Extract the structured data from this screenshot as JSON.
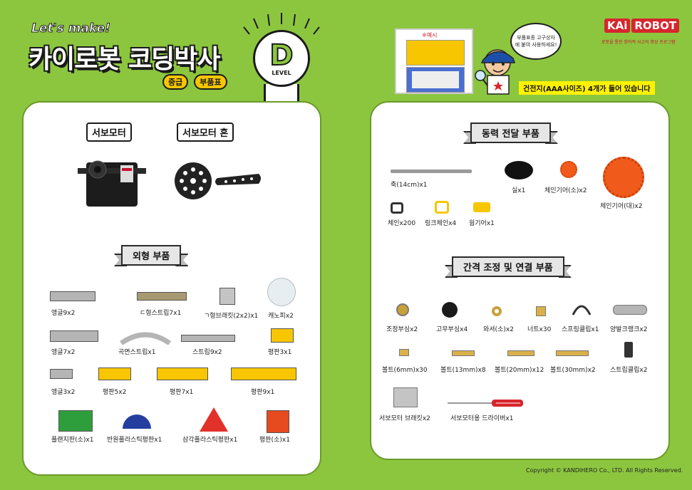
{
  "header": {
    "lets_make": "Let's make!",
    "title": "카이로봇 코딩박사",
    "subtitle_left": "중급",
    "subtitle_right": "부품표",
    "badge_letter": "D",
    "badge_sub": "LEVEL"
  },
  "brand": {
    "kai": "KAi",
    "robot": "ROBOT",
    "tagline": "로봇을 통한 창의적 사고의 향상 프로그램"
  },
  "notice": {
    "example_label": "※예시",
    "bubble": "부품표종 고구상자에 붙여 사용하세요!",
    "battery": "건전지(AAA사이즈) 4개가 들어 있습니다"
  },
  "left": {
    "servo_title": "서보모터",
    "horn_title": "서보모터 혼",
    "section_title": "외형 부품",
    "parts": [
      "앵글9x2",
      "ㄷ형스트립7x1",
      "ㄱ형브래킷(2x2)x1",
      "캐노피x2",
      "앵글7x2",
      "곡면스트립x1",
      "스트립9x2",
      "평판3x1",
      "앵글3x2",
      "평판5x2",
      "평판7x1",
      "평판9x1",
      "플랜지판(소)x1",
      "반원플라스틱평판x1",
      "삼각플라스틱평판x1",
      "평판(소)x1"
    ]
  },
  "right": {
    "section1_title": "동력 전달 부품",
    "section1_parts": [
      "축(14cm)x1",
      "실x1",
      "체인기어(소)x2",
      "체인기어(대)x2",
      "체인x200",
      "링크체인x4",
      "웜기어x1"
    ],
    "section2_title": "간격 조정 및 연결 부품",
    "section2_parts": [
      "조정부싱x2",
      "고무부싱x4",
      "와셔(소)x2",
      "너트x30",
      "스프링클립x1",
      "양발크랭크x2",
      "볼트(6mm)x30",
      "볼트(13mm)x8",
      "볼트(20mm)x12",
      "볼트(30mm)x2",
      "스트립클립x2",
      "서보모터 브래킷x2",
      "서보모터용 드라이버x1"
    ]
  },
  "footer": {
    "copyright": "Copyright © KANDIHERO Co., LTD. All Rights Reserved."
  },
  "colors": {
    "background": "#8cc63f",
    "yellow": "#f7c600",
    "red": "#d7262d"
  }
}
